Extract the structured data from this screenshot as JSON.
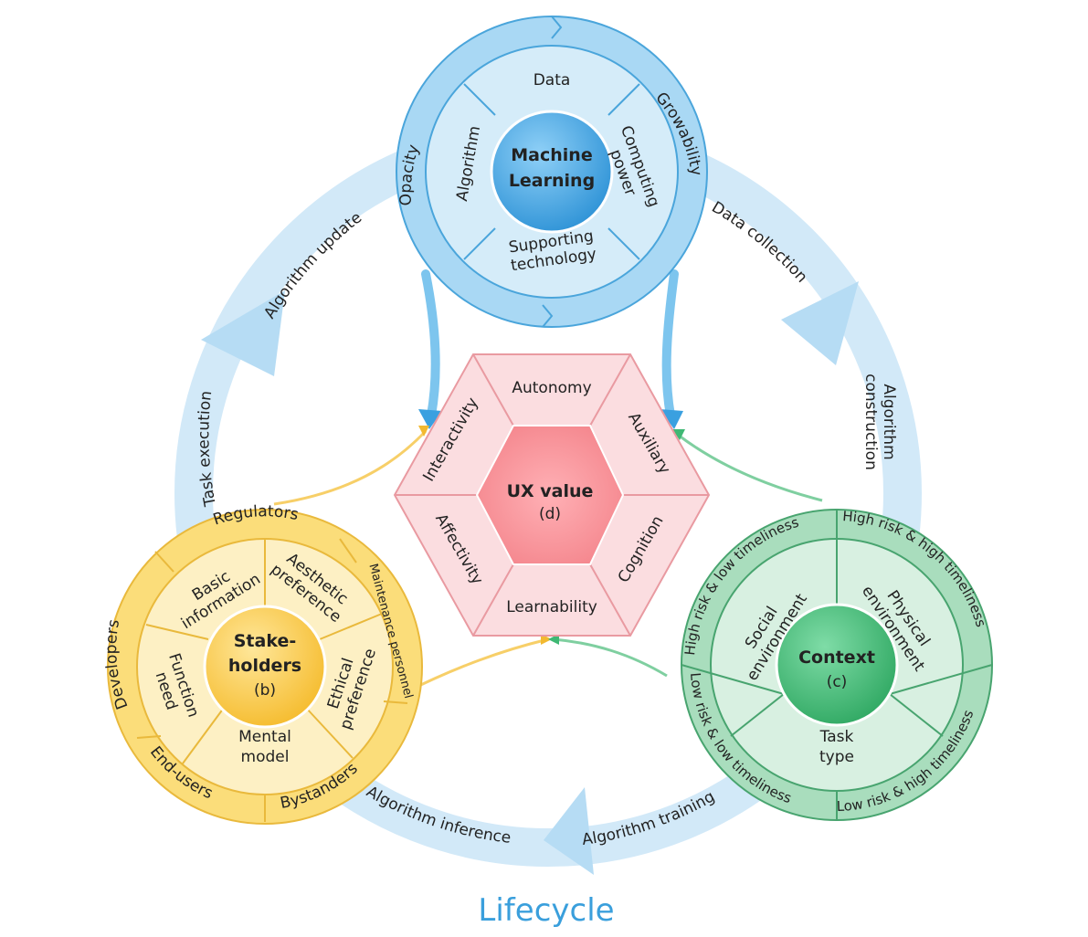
{
  "colors": {
    "ml_light": "#d5ecf9",
    "ml_mid": "#a9d8f4",
    "ml_core": "#3aa0e0",
    "ml_edge": "#4aa5db",
    "ux_fill": "#fbdde0",
    "ux_edge": "#e99aa1",
    "ux_core": "#f27a82",
    "sh_light": "#fdf0c4",
    "sh_mid": "#fbdd7a",
    "sh_core": "#f8c43a",
    "sh_edge": "#e9b93c",
    "ctx_light": "#d8f0e1",
    "ctx_mid": "#a9ddbd",
    "ctx_core": "#3fb874",
    "ctx_edge": "#48a46f",
    "lifecycle_band": "#cfe8f8",
    "lifecycle_text": "#3a9fdc"
  },
  "machine_learning": {
    "title_line1": "Machine",
    "title_line2": "Learning",
    "data": "Data",
    "computing_line1": "Computing",
    "computing_line2": "power",
    "supporting_line1": "Supporting",
    "supporting_line2": "technology",
    "algorithm": "Algorithm",
    "opacity": "Opacity",
    "growability": "Growability"
  },
  "ux_value": {
    "title": "UX value",
    "tag": "(d)",
    "autonomy": "Autonomy",
    "auxiliary": "Auxiliary",
    "cognition": "Cognition",
    "learnability": "Learnability",
    "affectivity": "Affectivity",
    "interactivity": "Interactivity"
  },
  "stakeholders": {
    "title_line1": "Stake-",
    "title_line2": "holders",
    "tag": "(b)",
    "basic_line1": "Basic",
    "basic_line2": "information",
    "aesthetic_line1": "Aesthetic",
    "aesthetic_line2": "preference",
    "ethical_line1": "Ethical",
    "ethical_line2": "preference",
    "mental_line1": "Mental",
    "mental_line2": "model",
    "function_line1": "Function",
    "function_line2": "need",
    "regulators": "Regulators",
    "maintenance": "Maintenance personnel",
    "bystanders": "Bystanders",
    "end_users": "End-users",
    "developers": "Developers"
  },
  "context": {
    "title": "Context",
    "tag": "(c)",
    "social_line1": "Social",
    "social_line2": "environment",
    "physical_line1": "Physical",
    "physical_line2": "environment",
    "task_line1": "Task",
    "task_line2": "type",
    "hr_lt": "High risk & low timeliness",
    "hr_ht": "High risk & high timeliness",
    "lr_ht": "Low risk & high timeliness",
    "lr_lt": "Low risk & low timeliness"
  },
  "lifecycle": {
    "title": "Lifecycle",
    "data_collection": "Data collection",
    "algorithm_construction_line1": "Algorithm",
    "algorithm_construction_line2": "construction",
    "algorithm_training": "Algorithm training",
    "algorithm_inference": "Algorithm inference",
    "task_execution": "Task execution",
    "algorithm_update": "Algorithm update"
  }
}
